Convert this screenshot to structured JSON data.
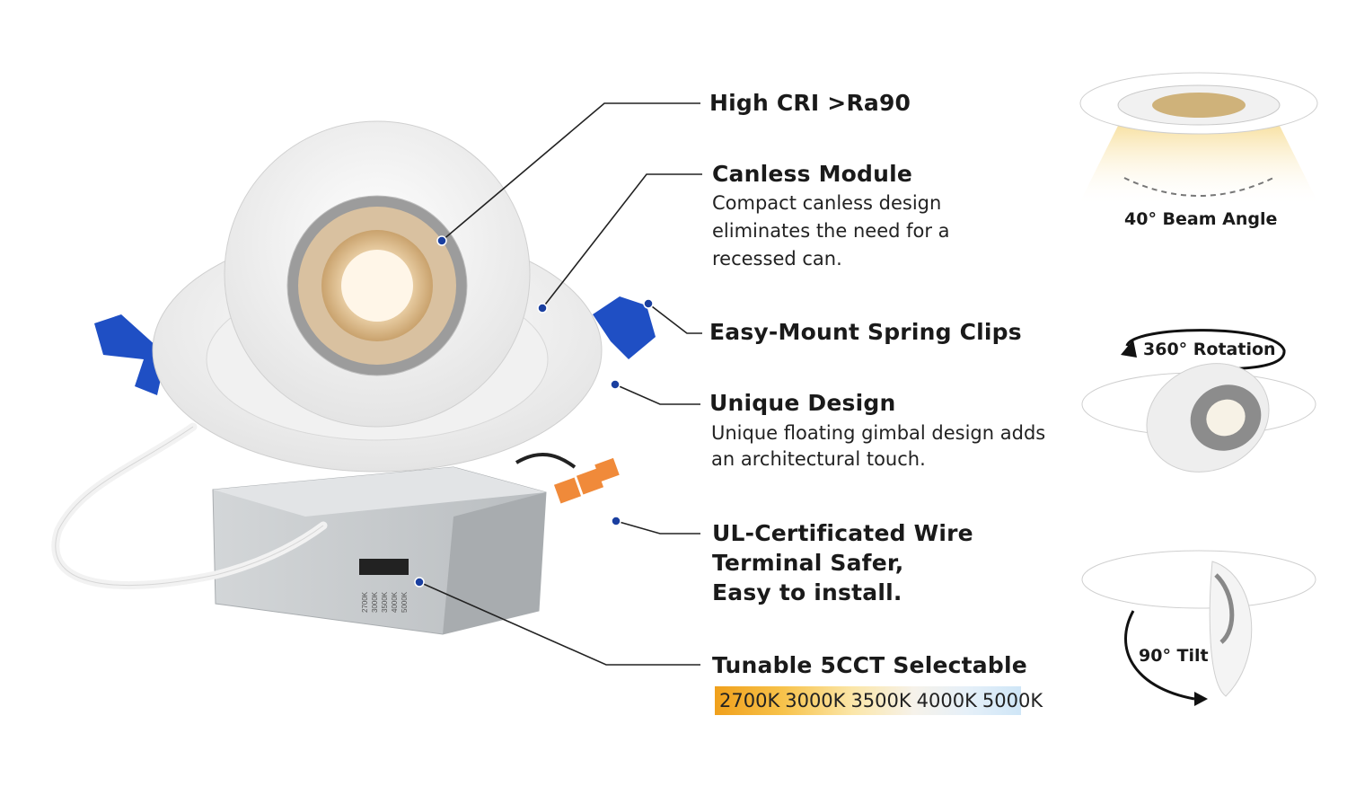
{
  "features": [
    {
      "title": "High CRI >Ra90"
    },
    {
      "title": "Canless Module",
      "desc": [
        "Compact canless design",
        "eliminates the need for a",
        "recessed can."
      ]
    },
    {
      "title": "Easy-Mount Spring Clips"
    },
    {
      "title": "Unique Design",
      "desc": [
        "Unique floating gimbal design adds",
        "an architectural touch."
      ]
    },
    {
      "title_lines": [
        "UL-Certificated Wire",
        "Terminal Safer,",
        "Easy to install."
      ]
    },
    {
      "title": "Tunable 5CCT Selectable"
    }
  ],
  "cct_options": [
    "2700K",
    "3000K",
    "3500K",
    "4000K",
    "5000K"
  ],
  "side_panels": {
    "beam": "40° Beam Angle",
    "rotation": "360° Rotation",
    "tilt": "90° Tilt"
  },
  "junction_box_labels": [
    "2700K",
    "3000K",
    "3500K",
    "4000K",
    "5000K"
  ],
  "colors": {
    "clip_blue": "#1f4fc4",
    "dot_blue": "#1a3fa0",
    "warm_light": "#f6d98a"
  }
}
